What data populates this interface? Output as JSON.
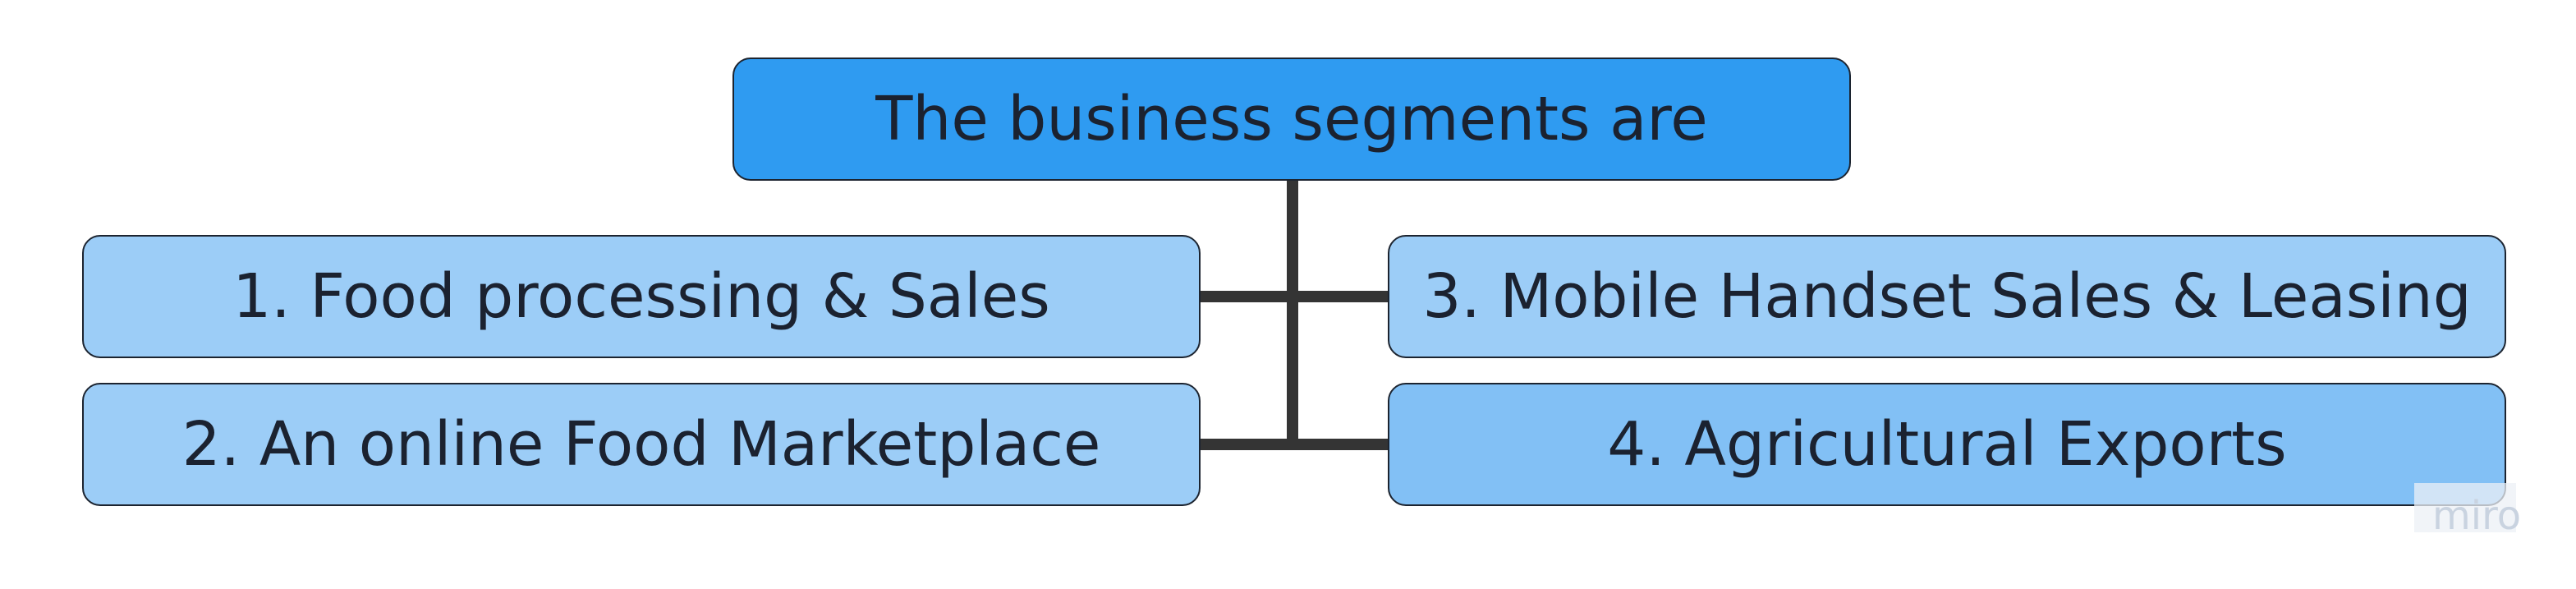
{
  "diagram": {
    "root": {
      "label": "The business segments are",
      "color": "#2f9bf1"
    },
    "segments": [
      {
        "label": "1. Food processing & Sales",
        "color": "#9ccdf7"
      },
      {
        "label": "2. An online Food Marketplace",
        "color": "#9ccdf7"
      },
      {
        "label": "3. Mobile Handset Sales & Leasing",
        "color": "#9ccdf7"
      },
      {
        "label": "4. Agricultural Exports",
        "color": "#82c0f5"
      }
    ],
    "connector_color": "#343434"
  },
  "watermark": {
    "text": "miro"
  }
}
